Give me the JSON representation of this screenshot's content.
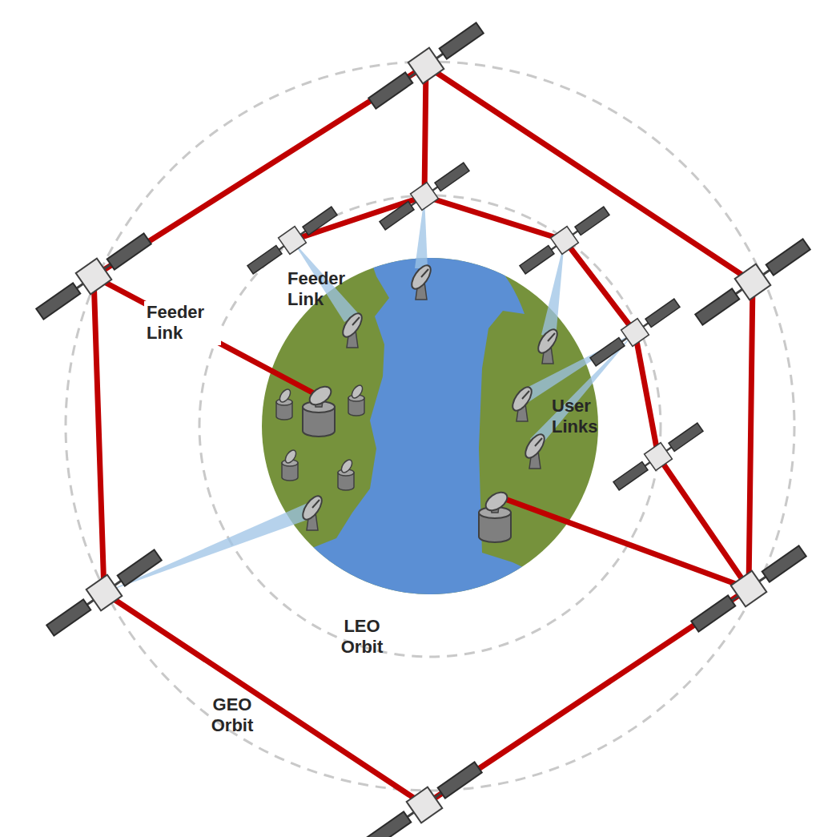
{
  "diagram": {
    "labels": [
      "Feeder Link",
      "Feeder Link",
      "User Links",
      "LEO Orbit",
      "GEO Orbit"
    ]
  }
}
